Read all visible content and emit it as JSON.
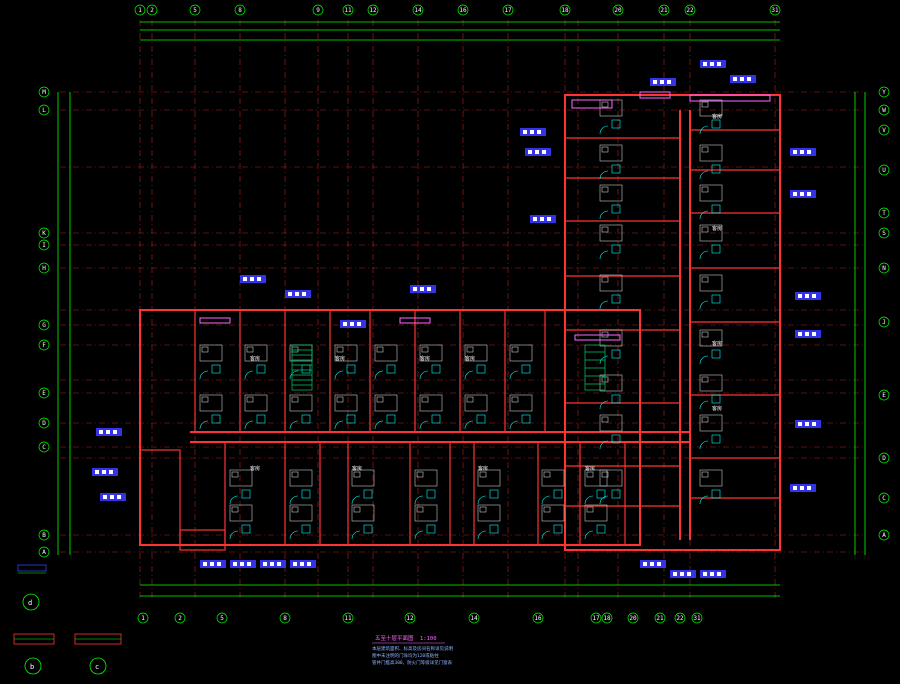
{
  "drawing": {
    "title": "五至十层平面图",
    "scale": "1:100",
    "notes": [
      "本层建筑面积、标高及房间名称详见说明",
      "图中未注明的门垛均为120或贴柱",
      "管井门槛高300，防火门等级详见门窗表"
    ],
    "detail_markers": [
      "d",
      "b",
      "c"
    ]
  },
  "grid_axes": {
    "top": [
      "1",
      "2",
      "5",
      "8",
      "9",
      "11",
      "12",
      "14",
      "16",
      "17",
      "18",
      "20",
      "21",
      "22",
      "31"
    ],
    "bottom": [
      "1",
      "2",
      "5",
      "8",
      "11",
      "12",
      "14",
      "16",
      "17",
      "18",
      "20",
      "21",
      "22",
      "31"
    ],
    "left": [
      "M",
      "L",
      "K",
      "I",
      "H",
      "G",
      "F",
      "E",
      "D",
      "C",
      "B",
      "A"
    ],
    "right": [
      "Y",
      "W",
      "V",
      "U",
      "T",
      "S",
      "N",
      "J",
      "E",
      "D",
      "C",
      "A"
    ]
  },
  "room_labels": [
    "客房",
    "客房",
    "客房",
    "客房",
    "客房",
    "客房",
    "客房",
    "客房",
    "客房",
    "客房",
    "客房",
    "客房"
  ],
  "colors": {
    "background": "#000000",
    "axis_line": "#00ff00",
    "wall": "#ff3333",
    "axis_hidden": "#b22222",
    "tag": "#3a3aff",
    "furniture": "#c8c8c8",
    "door": "#00ffff",
    "accent": "#ff66ff",
    "stair": "#00cc66"
  }
}
